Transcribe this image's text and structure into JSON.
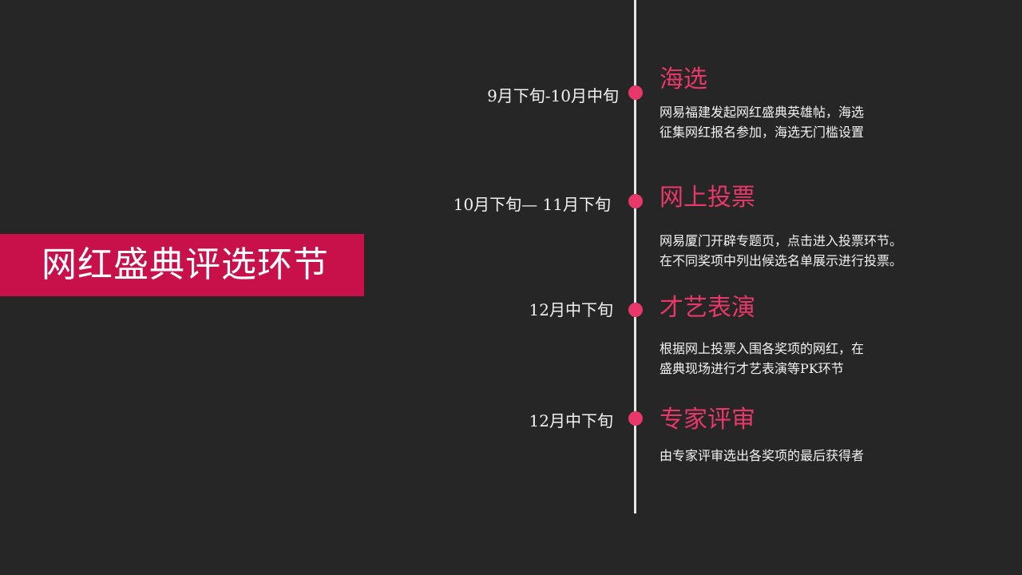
{
  "title": "网红盛典评选环节",
  "colors": {
    "background": "#262626",
    "accent": "#e8386a",
    "title_band": "#c8104a",
    "line": "#e6e6e6"
  },
  "stages": [
    {
      "date": "9月下旬-10月中旬",
      "heading": "海选",
      "desc_line1": "网易福建发起网红盛典英雄帖，海选",
      "desc_line2": "征集网红报名参加，海选无门槛设置"
    },
    {
      "date": "10月下旬— 11月下旬",
      "heading": "网上投票",
      "desc_line1": "网易厦门开辟专题页，点击进入投票环节。",
      "desc_line2": "在不同奖项中列出候选名单展示进行投票。"
    },
    {
      "date": "12月中下旬",
      "heading": "才艺表演",
      "desc_line1": "根据网上投票入围各奖项的网红，在",
      "desc_line2": "盛典现场进行才艺表演等PK环节"
    },
    {
      "date": "12月中下旬",
      "heading": "专家评审",
      "desc_line1": "由专家评审选出各奖项的最后获得者",
      "desc_line2": ""
    }
  ]
}
